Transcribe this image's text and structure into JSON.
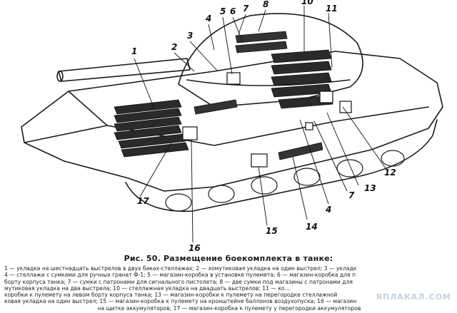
{
  "figure": {
    "caption": "Рис. 50. Размещение боекомплекта в танке:",
    "callouts": [
      "1",
      "2",
      "3",
      "4",
      "5",
      "6",
      "7",
      "8",
      "10",
      "11",
      "12",
      "13",
      "7",
      "4",
      "14",
      "15",
      "16",
      "17"
    ],
    "legend_lines": [
      "1 — укладка на шестнадцать выстрелов в двух баках-стеллажах; 2 — хомутиковая укладка на один выстрел; 3 — укладк",
      "4 — стеллажи с сумками для ручных гранат Ф-1; 5 — магазин-коробка в установке пулемета; 6 — магазин-коробка для п",
      "борту корпуса танка; 7 — сумки с патронами для сигнального пистолета; 8 — две сумки под магазины с патронами для",
      "мутиковая укладка на два выстрела; 10 — стеллажная укладка на двадцать выстрелов; 11 — ко...",
      "коробки к пулемету на левом борту корпуса танка; 13 — магазин-коробки к пулемету на перегородке стеллажной",
      "ковая укладка на один выстрел; 15 — магазин-коробка к пулемету на кронштейне баллонов воздухопуска; 16 — магазин",
      "на щитке аккумуляторов; 17 — магазин-коробка к пулемету у перегородки аккумуляторов"
    ],
    "watermark": "ЯПЛАКАЛ.COM"
  }
}
